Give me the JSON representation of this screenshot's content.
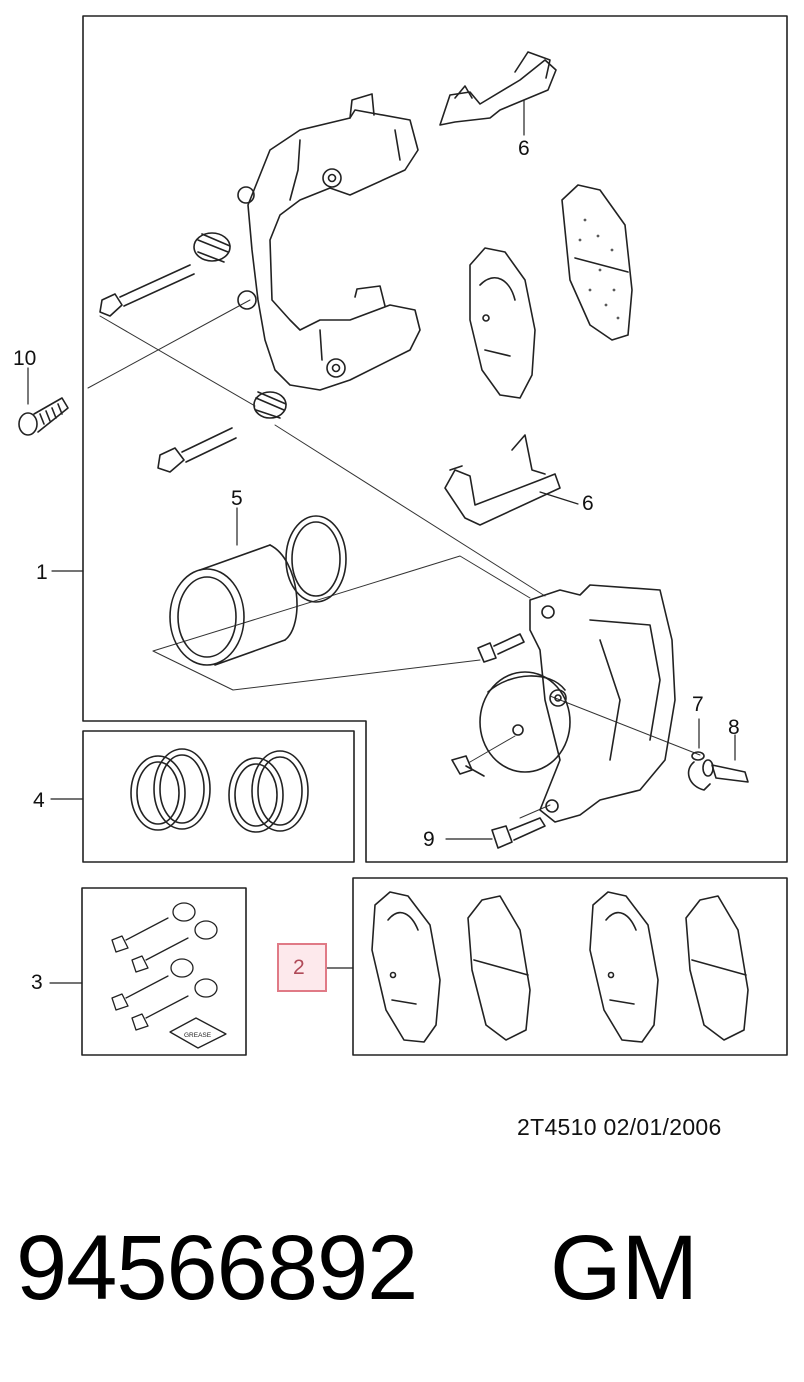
{
  "callouts": {
    "c1": "1",
    "c2": "2",
    "c3": "3",
    "c4": "4",
    "c5": "5",
    "c6a": "6",
    "c6b": "6",
    "c7": "7",
    "c8": "8",
    "c9": "9",
    "c10": "10"
  },
  "grease_label": "GREASE",
  "reference": "2T4510  02/01/2006",
  "part_number": "94566892",
  "brand": "GM",
  "highlight_color": "#e07a86"
}
